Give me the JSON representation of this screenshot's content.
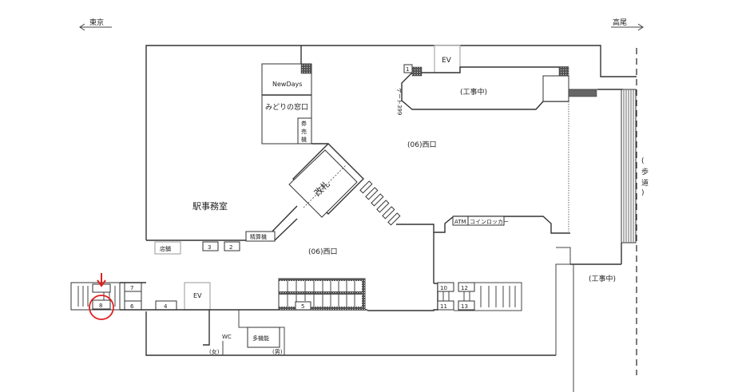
{
  "directions": {
    "left": "東京",
    "right": "高尾"
  },
  "areas": {
    "newdays": "NewDays",
    "midori": "みどりの窓口",
    "ticket_machine": [
      "券",
      "売",
      "機"
    ],
    "station_office": "駅事務室",
    "ticket_gate": "改札",
    "west_exit_upper": "(06)西口",
    "west_exit_lower": "(06)西口",
    "construction_upper": "(工事中)",
    "construction_lower": "(工事中)",
    "sidewalk": [
      "(",
      "歩",
      "道",
      ")"
    ],
    "shop": "店舗",
    "fare_adjust": "精算機",
    "atm": "ATM",
    "coin_locker": "コインロッカー",
    "ev_top": "EV",
    "ev_bottom": "EV",
    "wc": "WC",
    "women": "(女)",
    "men": "(男)",
    "multipurpose": "多機能",
    "gate_label": "ゲート399"
  },
  "platforms": [
    "1",
    "2",
    "3",
    "4",
    "5",
    "6",
    "7",
    "8",
    "10",
    "11",
    "12",
    "13"
  ],
  "highlight": {
    "platform": "8",
    "color": "#e02020"
  }
}
